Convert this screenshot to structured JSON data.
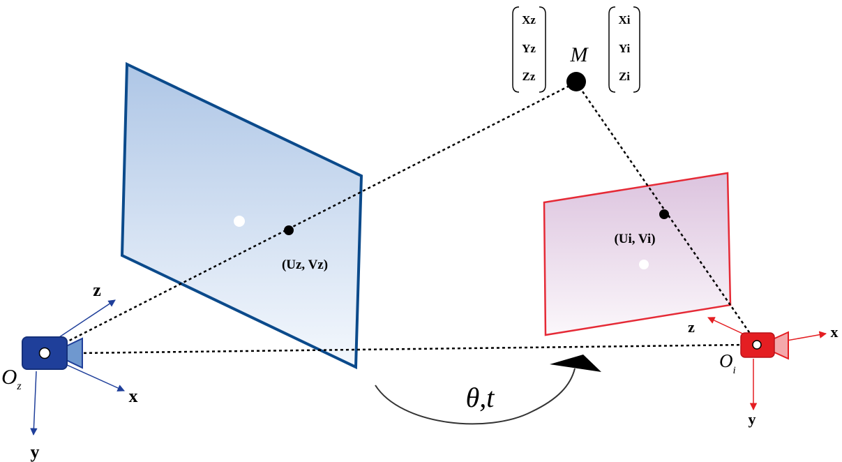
{
  "point": {
    "label": "M"
  },
  "coords_z": [
    "Xz",
    "Yz",
    "Zz"
  ],
  "coords_i": [
    "Xi",
    "Yi",
    "Zi"
  ],
  "image_z": {
    "point_label": "(Uz, Vz)"
  },
  "image_i": {
    "point_label": "(Ui, Vi)"
  },
  "camera_z": {
    "origin": {
      "main": "O",
      "sub": "z"
    },
    "axes": {
      "x": "x",
      "y": "y",
      "z": "z"
    },
    "color": "#1f3f9a"
  },
  "camera_i": {
    "origin": {
      "main": "O",
      "sub": "i"
    },
    "axes": {
      "x": "x",
      "y": "y",
      "z": "z"
    },
    "color": "#e41e22"
  },
  "transform": {
    "label": "θ,t"
  },
  "colors": {
    "plane_z_edge": "#0b4a8b",
    "plane_i_edge": "#e52a36"
  }
}
